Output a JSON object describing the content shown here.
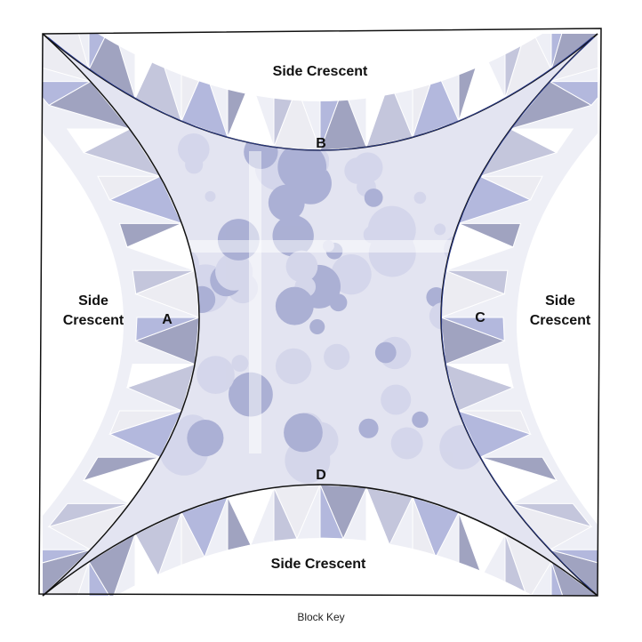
{
  "labels": {
    "top": "Side Crescent",
    "bottom": "Side Crescent",
    "left_line1": "Side",
    "left_line2": "Crescent",
    "right_line1": "Side",
    "right_line2": "Crescent",
    "a": "A",
    "b": "B",
    "c": "C",
    "d": "D"
  },
  "caption": "Block Key",
  "colors": {
    "pale": "#ececf2",
    "mid": "#c4c6dc",
    "dark": "#a0a3c0",
    "blue": "#b3b8dd",
    "center": "#c9cbe6",
    "floral": "#7f86bd",
    "line": "#111111"
  }
}
